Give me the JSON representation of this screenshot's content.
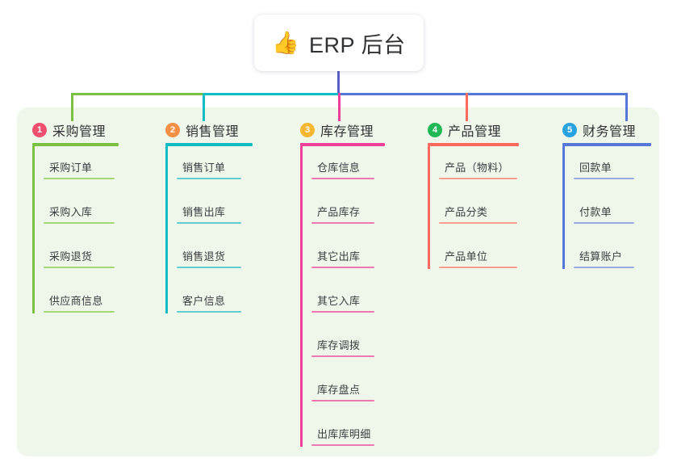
{
  "root": {
    "icon": "thumbs-up-icon",
    "icon_glyph": "👍",
    "title": "ERP 后台"
  },
  "theme": {
    "page_background": "#ffffff",
    "panel_background": "#eef7ea",
    "card_background": "#ffffff",
    "title_color": "#303133",
    "leaf_text_color": "#3a3d42",
    "trunk_color": "#5a5fc7"
  },
  "columns": [
    {
      "number": "1",
      "title": "采购管理",
      "badge_color": "#f0506e",
      "line_color": "#7ac143",
      "leaf_line_color": "#a3d977",
      "items": [
        {
          "label": "采购订单"
        },
        {
          "label": "采购入库"
        },
        {
          "label": "采购退货"
        },
        {
          "label": "供应商信息"
        }
      ]
    },
    {
      "number": "2",
      "title": "销售管理",
      "badge_color": "#f58f45",
      "line_color": "#12bcc4",
      "leaf_line_color": "#63ccce",
      "items": [
        {
          "label": "销售订单"
        },
        {
          "label": "销售出库"
        },
        {
          "label": "销售退货"
        },
        {
          "label": "客户信息"
        }
      ]
    },
    {
      "number": "3",
      "title": "库存管理",
      "badge_color": "#f5b731",
      "line_color": "#ef3f9a",
      "leaf_line_color": "#ef79b4",
      "items": [
        {
          "label": "仓库信息"
        },
        {
          "label": "产品库存"
        },
        {
          "label": "其它出库"
        },
        {
          "label": "其它入库"
        },
        {
          "label": "库存调拨"
        },
        {
          "label": "库存盘点"
        },
        {
          "label": "出库库明细"
        }
      ]
    },
    {
      "number": "4",
      "title": "产品管理",
      "badge_color": "#22b858",
      "line_color": "#fa6a5e",
      "leaf_line_color": "#f79c90",
      "items": [
        {
          "label": "产品（物料）"
        },
        {
          "label": "产品分类"
        },
        {
          "label": "产品单位"
        }
      ]
    },
    {
      "number": "5",
      "title": "财务管理",
      "badge_color": "#29a3e0",
      "line_color": "#5577d8",
      "leaf_line_color": "#96abe2",
      "items": [
        {
          "label": "回款单"
        },
        {
          "label": "付款单"
        },
        {
          "label": "结算账户"
        }
      ]
    }
  ],
  "connectors": {
    "trunk": {
      "color": "#5a5fc7"
    },
    "bus_segments": [
      {
        "color": "#7ac143"
      },
      {
        "color": "#12bcc4"
      },
      {
        "color": "#5577d8"
      }
    ],
    "drops": [
      {
        "color": "#7ac143"
      },
      {
        "color": "#12bcc4"
      },
      {
        "color": "#ef3f9a"
      },
      {
        "color": "#fa6a5e"
      },
      {
        "color": "#5577d8"
      }
    ]
  }
}
